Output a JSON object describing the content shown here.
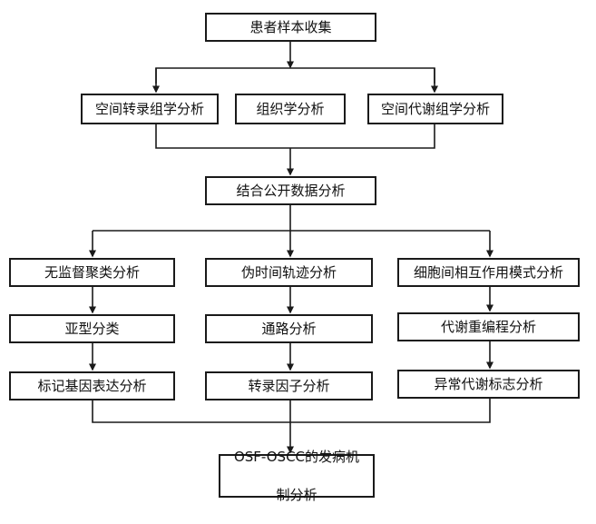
{
  "colors": {
    "line": "#1a1a1a",
    "box_border": "#1a1a1a",
    "text": "#111111",
    "background": "#ffffff"
  },
  "nodes": {
    "collect": "患者样本收集",
    "spatial_transcriptomics": "空间转录组学分析",
    "histology": "组织学分析",
    "spatial_metabolomics": "空间代谢组学分析",
    "public_data": "结合公开数据分析",
    "unsupervised_clustering": "无监督聚类分析",
    "pseudotime": "伪时间轨迹分析",
    "cell_interaction": "细胞间相互作用模式分析",
    "subtype": "亚型分类",
    "pathway": "通路分析",
    "metabolic_reprogramming": "代谢重编程分析",
    "marker_gene": "标记基因表达分析",
    "transcription_factor": "转录因子分析",
    "metabolic_marker": "异常代谢标志分析",
    "mechanism_line1": "OSF-OSCC的发病机",
    "mechanism_line2": "制分析"
  }
}
